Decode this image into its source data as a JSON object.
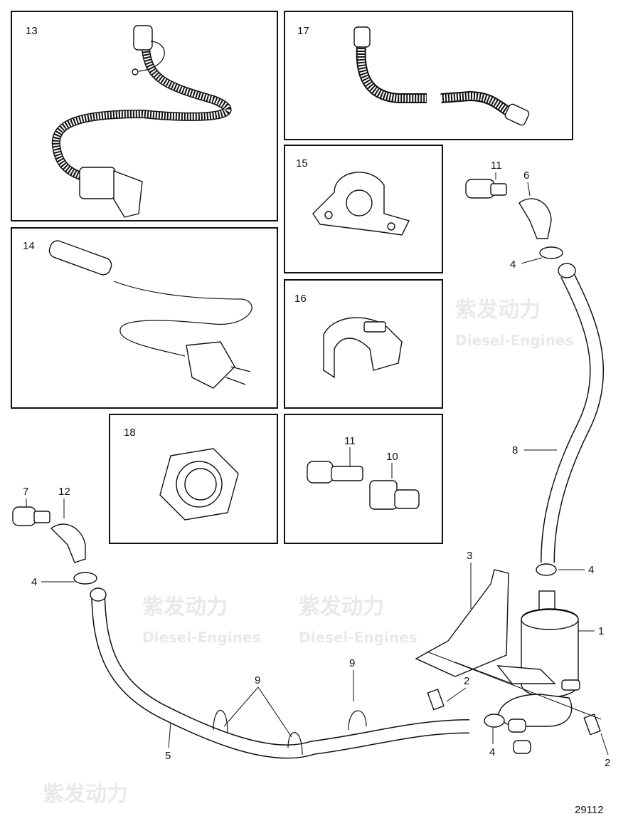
{
  "diagram": {
    "drawing_number": "29112",
    "watermark": {
      "cn": "紫发动力",
      "en": "Diesel-Engines"
    },
    "inset_boxes": [
      {
        "label": "13"
      },
      {
        "label": "17"
      },
      {
        "label": "15"
      },
      {
        "label": "14"
      },
      {
        "label": "16"
      },
      {
        "label": "18"
      },
      {
        "labels": [
          "11",
          "10"
        ]
      }
    ],
    "callouts": [
      "11",
      "6",
      "4",
      "8",
      "4",
      "1",
      "3",
      "2",
      "2",
      "4",
      "9",
      "9",
      "5",
      "7",
      "12",
      "4"
    ]
  }
}
